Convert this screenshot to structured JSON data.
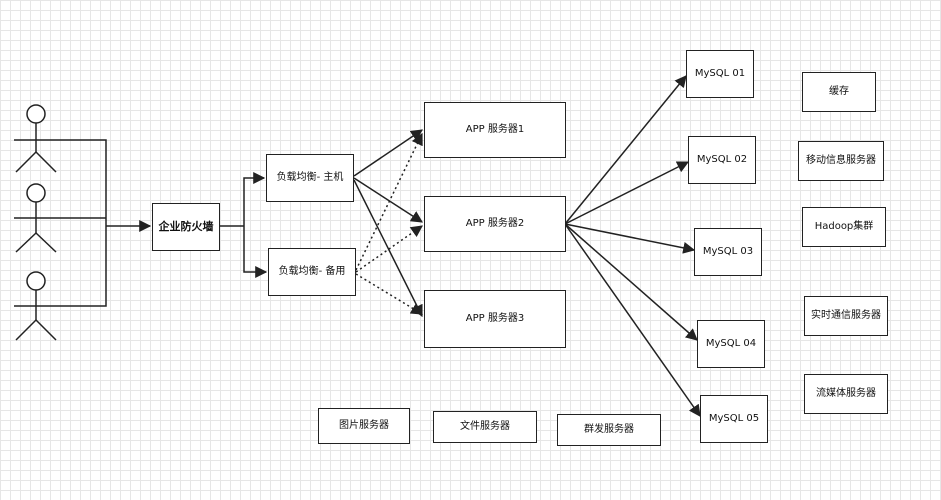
{
  "diagram": {
    "firewall": "企业防火墙",
    "lb_primary": "负载均衡- 主机",
    "lb_backup": "负载均衡- 备用",
    "app_servers": [
      "APP 服务器1",
      "APP 服务器2",
      "APP 服务器3"
    ],
    "mysql": [
      "MySQL 01",
      "MySQL 02",
      "MySQL 03",
      "MySQL 04",
      "MySQL 05"
    ],
    "services": [
      "缓存",
      "移动信息服务器",
      "Hadoop集群",
      "实时通信服务器",
      "流媒体服务器"
    ],
    "file_servers": [
      "图片服务器",
      "文件服务器",
      "群发服务器"
    ]
  }
}
